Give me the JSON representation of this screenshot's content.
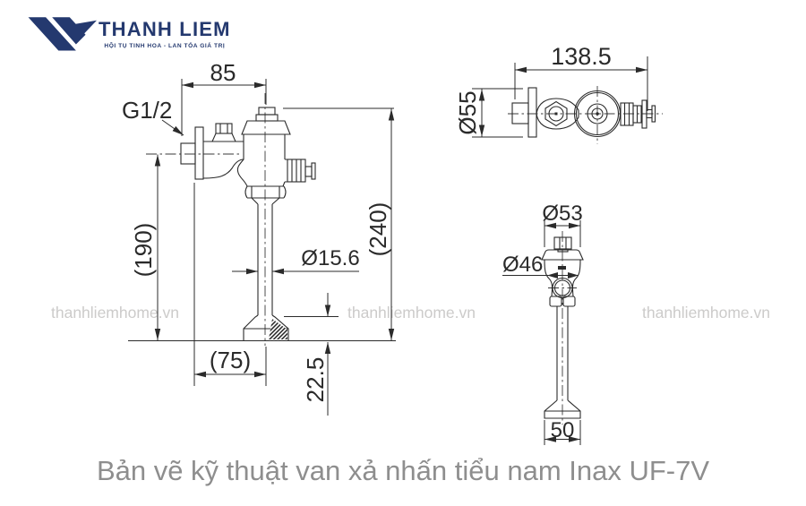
{
  "brand": {
    "name": "THANH LIEM",
    "tagline": "HỘI TỤ TINH HOA - LAN TỎA GIÁ TRỊ",
    "color": "#24396f"
  },
  "watermark": {
    "text": "thanhliemhome.vn",
    "color": "#cccbca"
  },
  "caption": "Bản vẽ kỹ thuật van xả nhấn tiểu nam Inax UF-7V",
  "drawing": {
    "line_color": "#2b2b2b",
    "views": {
      "side": {
        "dimensions": {
          "top_width": "85",
          "inlet_thread": "G1/2",
          "height_to_inlet": "(190)",
          "overall_height": "(240)",
          "pipe_diameter": "Ø15.6",
          "base_offset": "(75)",
          "spud_height": "22.5"
        }
      },
      "top": {
        "dimensions": {
          "overall_length": "138.5",
          "body_diameter": "Ø55"
        }
      },
      "front": {
        "dimensions": {
          "cap_diameter": "Ø53",
          "body_diameter": "Ø46",
          "base_width": "50"
        }
      }
    }
  }
}
